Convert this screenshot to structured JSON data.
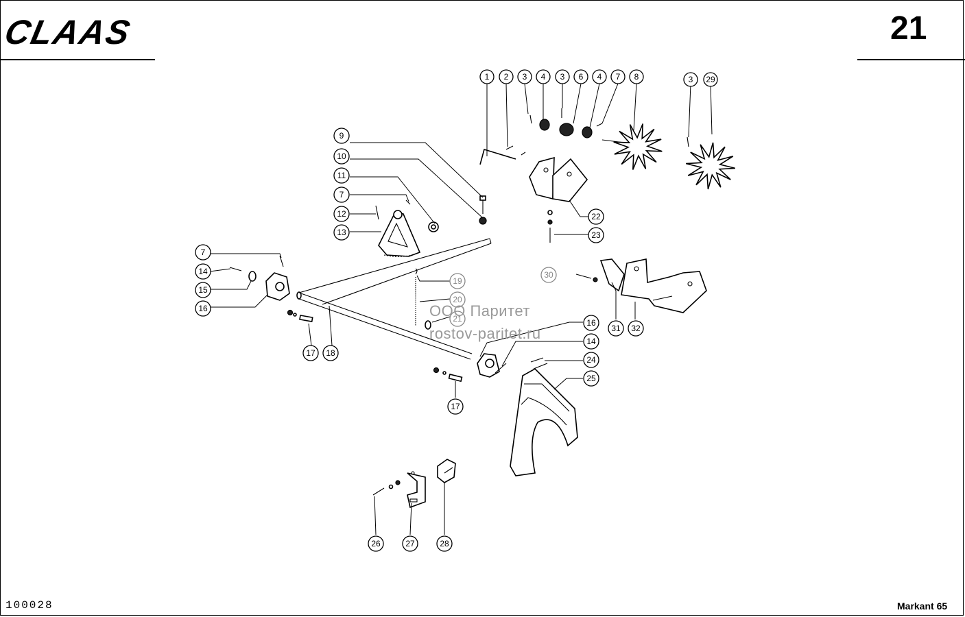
{
  "header": {
    "brand": "CLAAS",
    "page_number": "21"
  },
  "footer": {
    "drawing_id": "100028",
    "model": "Markant 65"
  },
  "watermark": {
    "line1": "ООО Паритет",
    "line2": "rostov-paritet.ru"
  },
  "callouts": [
    {
      "id": "c1",
      "label": "1"
    },
    {
      "id": "c2",
      "label": "2"
    },
    {
      "id": "c3a",
      "label": "3"
    },
    {
      "id": "c4a",
      "label": "4"
    },
    {
      "id": "c3b",
      "label": "3"
    },
    {
      "id": "c6",
      "label": "6"
    },
    {
      "id": "c4b",
      "label": "4"
    },
    {
      "id": "c7a",
      "label": "7"
    },
    {
      "id": "c8",
      "label": "8"
    },
    {
      "id": "c3c",
      "label": "3"
    },
    {
      "id": "c29",
      "label": "29"
    },
    {
      "id": "c9",
      "label": "9"
    },
    {
      "id": "c10",
      "label": "10"
    },
    {
      "id": "c11",
      "label": "11"
    },
    {
      "id": "c7b",
      "label": "7"
    },
    {
      "id": "c12",
      "label": "12"
    },
    {
      "id": "c13",
      "label": "13"
    },
    {
      "id": "c22",
      "label": "22"
    },
    {
      "id": "c23",
      "label": "23"
    },
    {
      "id": "c7c",
      "label": "7"
    },
    {
      "id": "c14a",
      "label": "14"
    },
    {
      "id": "c15",
      "label": "15"
    },
    {
      "id": "c16a",
      "label": "16"
    },
    {
      "id": "c19",
      "label": "19"
    },
    {
      "id": "c20",
      "label": "20"
    },
    {
      "id": "c21",
      "label": "21"
    },
    {
      "id": "c30",
      "label": "30"
    },
    {
      "id": "c31",
      "label": "31"
    },
    {
      "id": "c32",
      "label": "32"
    },
    {
      "id": "c17a",
      "label": "17"
    },
    {
      "id": "c18",
      "label": "18"
    },
    {
      "id": "c16b",
      "label": "16"
    },
    {
      "id": "c14b",
      "label": "14"
    },
    {
      "id": "c24",
      "label": "24"
    },
    {
      "id": "c25",
      "label": "25"
    },
    {
      "id": "c17b",
      "label": "17"
    },
    {
      "id": "c26",
      "label": "26"
    },
    {
      "id": "c27",
      "label": "27"
    },
    {
      "id": "c28",
      "label": "28"
    }
  ]
}
